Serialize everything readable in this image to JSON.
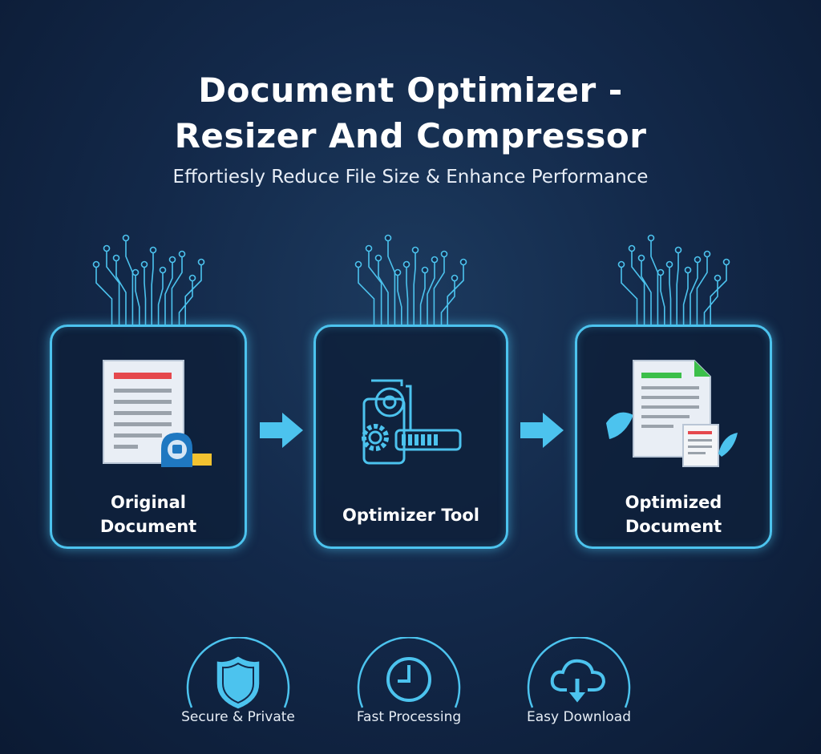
{
  "header": {
    "title_line1": "Document Optimizer -",
    "title_line2": "Resizer And Compressor",
    "subtitle": "Effortiesly Reduce File Size & Enhance Performance"
  },
  "steps": [
    {
      "label_line1": "Original",
      "label_line2": "Document",
      "icon": "document-with-tape-measure-icon"
    },
    {
      "label": "Optimizer Tool",
      "icon": "gear-progress-icon"
    },
    {
      "label_line1": "Optimized",
      "label_line2": "Document",
      "icon": "optimized-document-icon"
    }
  ],
  "features": [
    {
      "label": "Secure & Private",
      "icon": "shield-icon"
    },
    {
      "label": "Fast Processing",
      "icon": "clock-icon"
    },
    {
      "label": "Easy Download",
      "icon": "cloud-download-icon"
    }
  ],
  "colors": {
    "accent": "#4cc3ee",
    "background": "#13294a",
    "red": "#e5484d",
    "green": "#3cbf4a",
    "yellow": "#f2c230"
  }
}
